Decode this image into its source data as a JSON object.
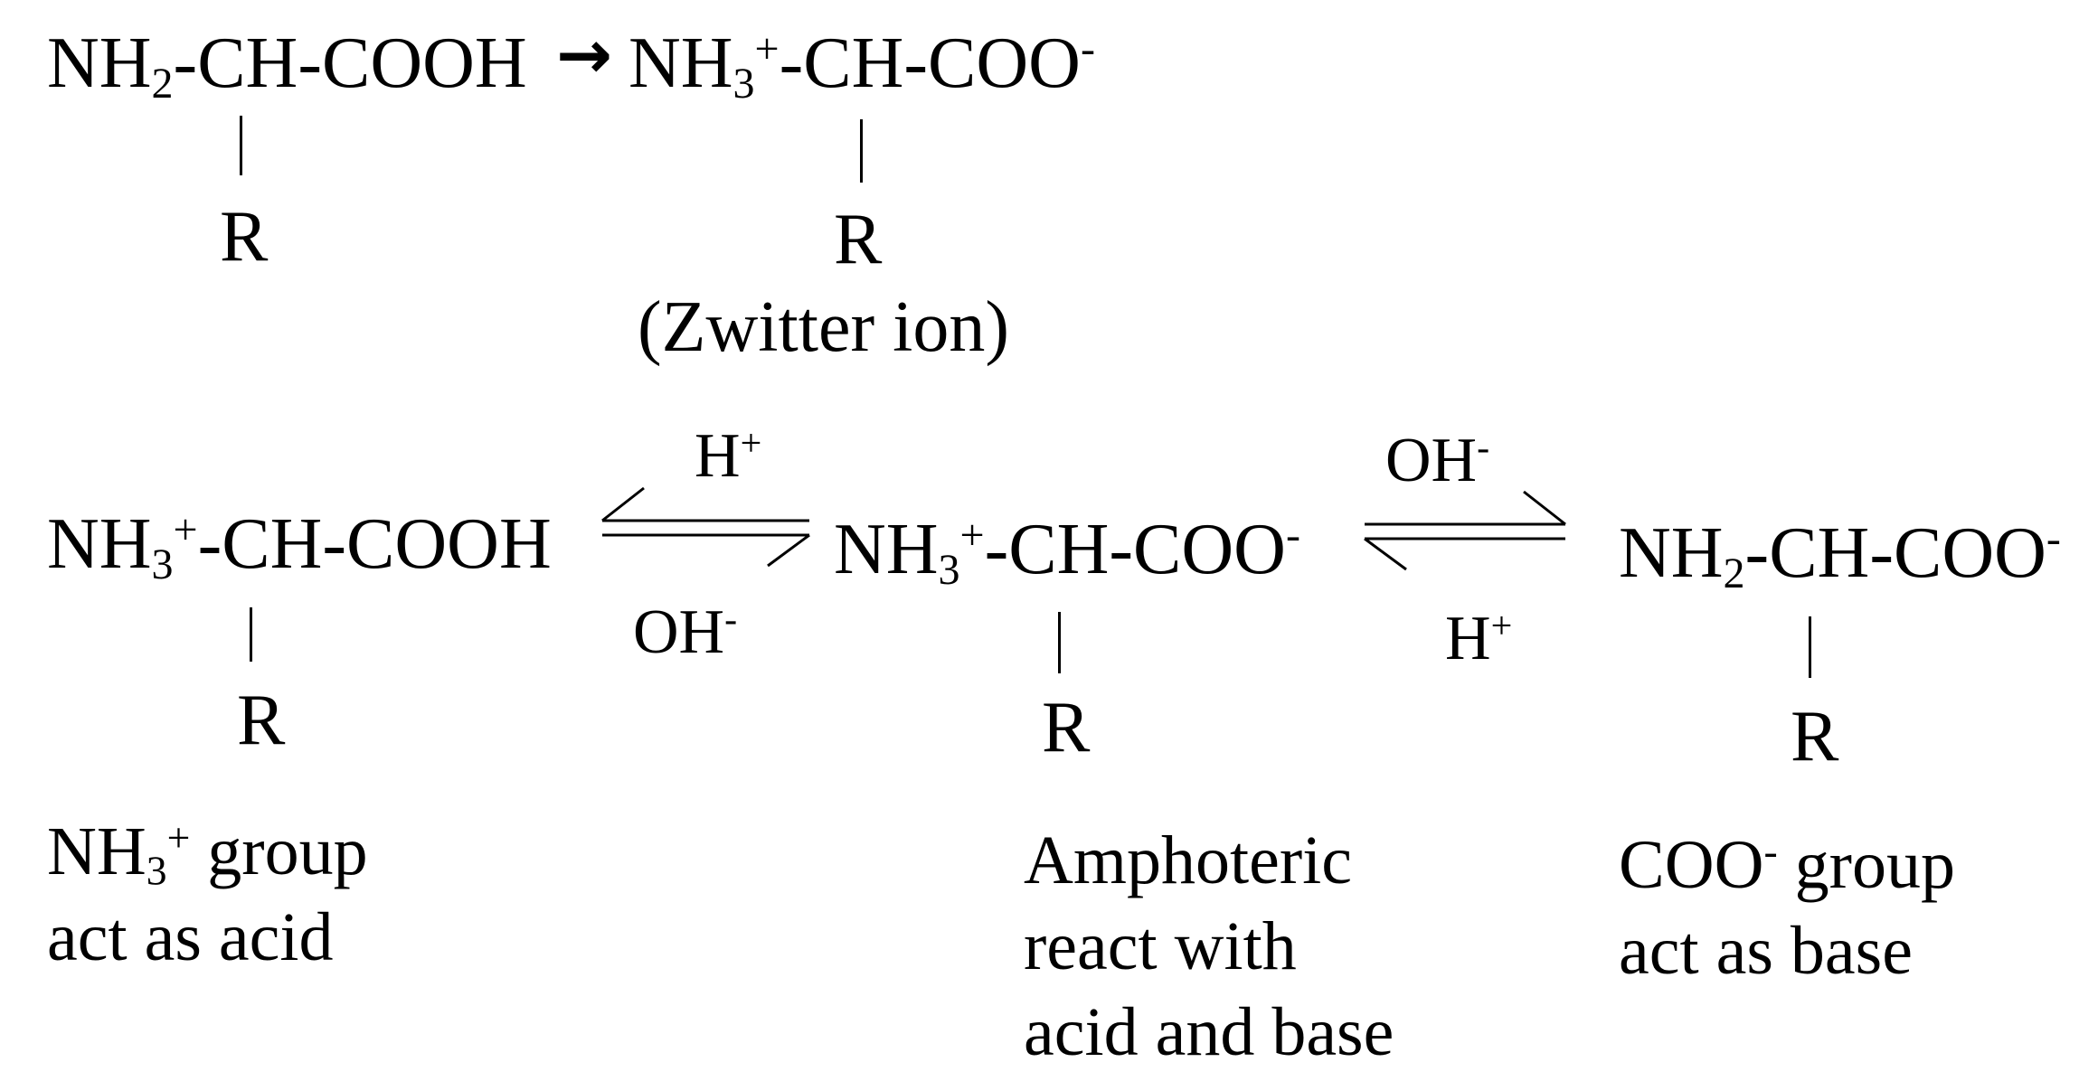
{
  "reaction1": {
    "reactant": {
      "part1": "NH",
      "sub1": "2",
      "part2": "-CH-COOH",
      "r": "R"
    },
    "arrow_glyph": "→",
    "product": {
      "part1": "NH",
      "sub1": "3",
      "sup1": "+",
      "part2": "-CH-COO",
      "sup2": "-",
      "r": "R"
    },
    "product_label": "(Zwitter ion)"
  },
  "equilibrium": {
    "species": [
      {
        "part1": "NH",
        "sub1": "3",
        "sup1": "+",
        "part2": "-CH-COOH",
        "sup2": "",
        "r": "R"
      },
      {
        "part1": "NH",
        "sub1": "3",
        "sup1": "+",
        "part2": "-CH-COO",
        "sup2": "-",
        "r": "R"
      },
      {
        "part1": "NH",
        "sub1": "2",
        "sup1": "",
        "part2": "-CH-COO",
        "sup2": "-",
        "r": "R"
      }
    ],
    "left_arrow": {
      "above": "H",
      "above_sup": "+",
      "below": "OH",
      "below_sup": "-"
    },
    "right_arrow": {
      "above": "OH",
      "above_sup": "-",
      "below": "H",
      "below_sup": "+"
    }
  },
  "labels": {
    "left": {
      "line1_a": "NH",
      "line1_sub": "3",
      "line1_sup": "+",
      "line1_b": " group",
      "line2": "act as acid"
    },
    "middle": {
      "line1": "Amphoteric",
      "line2": "react with",
      "line3": "acid and base"
    },
    "right": {
      "line1_a": "COO",
      "line1_sup": "-",
      "line1_b": " group",
      "line2": "act as base"
    }
  }
}
